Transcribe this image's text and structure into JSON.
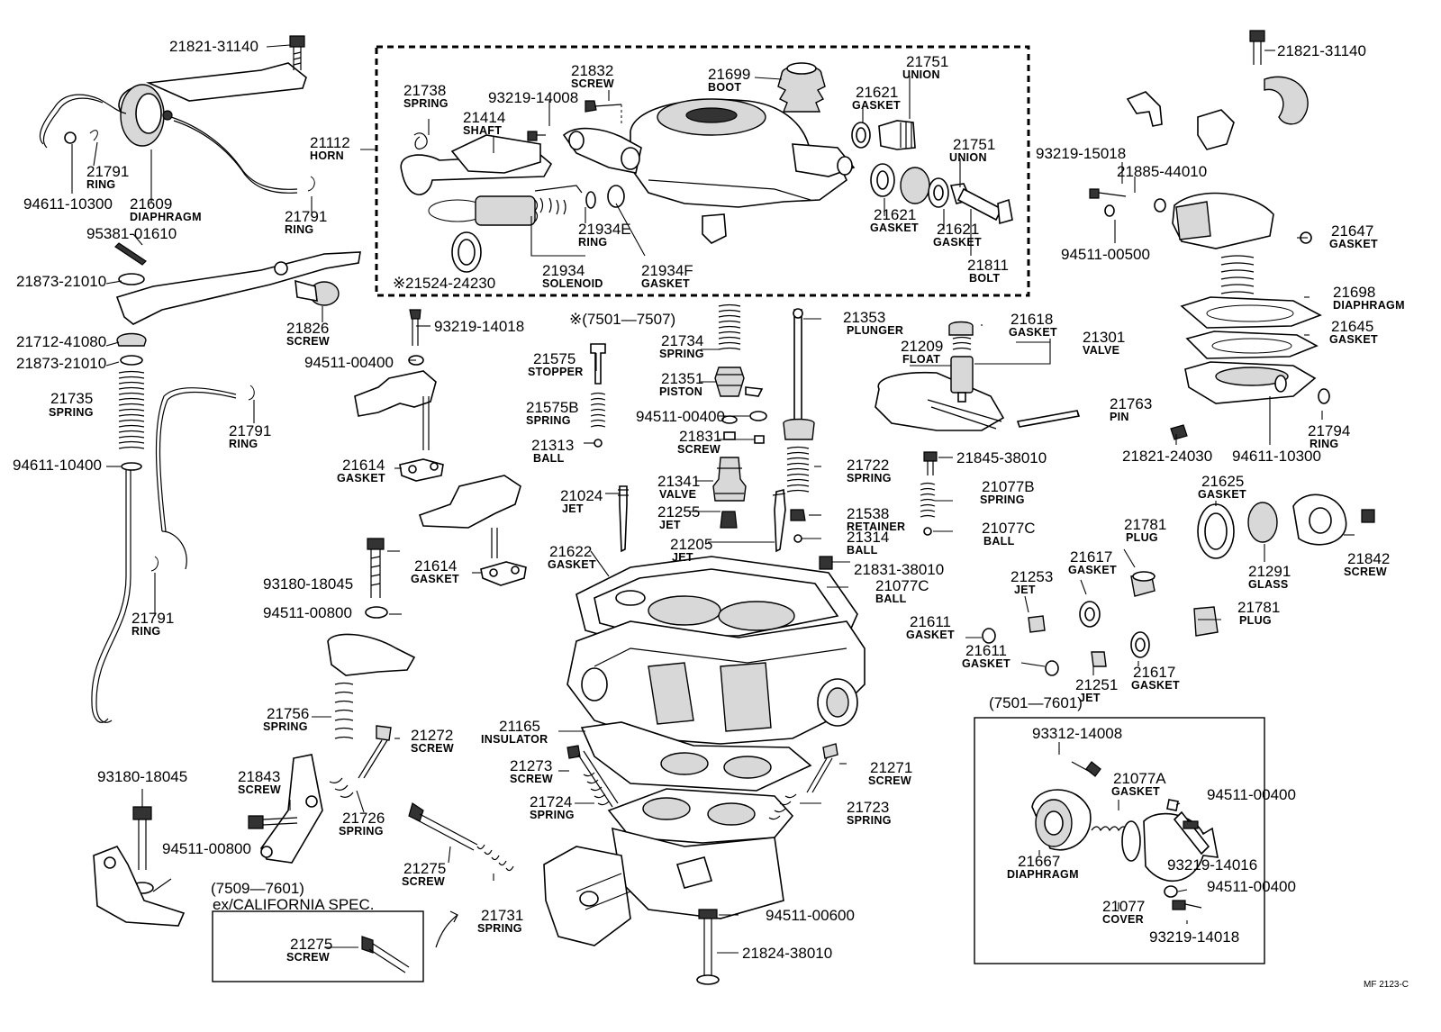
{
  "labels": {
    "p01": {
      "num": "21821-31140",
      "name": ""
    },
    "p02": {
      "num": "21791",
      "name": "RING"
    },
    "p03": {
      "num": "94611-10300",
      "name": ""
    },
    "p04": {
      "num": "21609",
      "name": "DIAPHRAGM"
    },
    "p05": {
      "num": "21791",
      "name": "RING"
    },
    "p06": {
      "num": "95381-01610",
      "name": ""
    },
    "p07": {
      "num": "21873-21010",
      "name": ""
    },
    "p08": {
      "num": "21826",
      "name": "SCREW"
    },
    "p09": {
      "num": "21712-41080",
      "name": ""
    },
    "p10": {
      "num": "21873-21010",
      "name": ""
    },
    "p11": {
      "num": "21735",
      "name": "SPRING"
    },
    "p12": {
      "num": "21791",
      "name": "RING"
    },
    "p13": {
      "num": "94611-10400",
      "name": ""
    },
    "p14": {
      "num": "21791",
      "name": "RING"
    },
    "p15": {
      "num": "21112",
      "name": "HORN"
    },
    "p16": {
      "num": "21738",
      "name": "SPRING"
    },
    "p17": {
      "num": "21414",
      "name": "SHAFT"
    },
    "p18": {
      "num": "21832",
      "name": "SCREW"
    },
    "p19": {
      "num": "93219-14008",
      "name": ""
    },
    "p20": {
      "num": "21699",
      "name": "BOOT"
    },
    "p21": {
      "num": "21751",
      "name": "UNION"
    },
    "p22": {
      "num": "21621",
      "name": "GASKET"
    },
    "p23": {
      "num": "21751",
      "name": "UNION"
    },
    "p24": {
      "num": "21621",
      "name": "GASKET"
    },
    "p25": {
      "num": "21621",
      "name": "GASKET"
    },
    "p26": {
      "num": "21811",
      "name": "BOLT"
    },
    "p27": {
      "num": "21934E",
      "name": "RING"
    },
    "p28": {
      "num": "21934",
      "name": "SOLENOID"
    },
    "p29": {
      "num": "21934F",
      "name": "GASKET"
    },
    "p30": {
      "num": "21524-24230",
      "name": ""
    },
    "p31": {
      "num": "93219-14018",
      "name": ""
    },
    "p32": {
      "num": "94511-00400",
      "name": ""
    },
    "p33": {
      "num": "21614",
      "name": "GASKET"
    },
    "p34": {
      "num": "21614",
      "name": "GASKET"
    },
    "p35": {
      "num": "21575",
      "name": "STOPPER"
    },
    "p36": {
      "num": "21575B",
      "name": "SPRING"
    },
    "p37": {
      "num": "21313",
      "name": "BALL"
    },
    "p38": {
      "num": "21024",
      "name": "JET"
    },
    "p39": {
      "num": "21734",
      "name": "SPRING"
    },
    "p40": {
      "num": "21351",
      "name": "PISTON"
    },
    "p41": {
      "num": "94511-00400",
      "name": ""
    },
    "p42": {
      "num": "21831",
      "name": "SCREW"
    },
    "p43": {
      "num": "21341",
      "name": "VALVE"
    },
    "p44": {
      "num": "21255",
      "name": "JET"
    },
    "p45": {
      "num": "21205",
      "name": "JET"
    },
    "p46": {
      "num": "21353",
      "name": "PLUNGER"
    },
    "p47": {
      "num": "21722",
      "name": "SPRING"
    },
    "p48": {
      "num": "21538",
      "name": "RETAINER"
    },
    "p49": {
      "num": "21314",
      "name": "BALL"
    },
    "p50": {
      "num": "21831-38010",
      "name": ""
    },
    "p51": {
      "num": "21077C",
      "name": "BALL"
    },
    "p52": {
      "num": "21622",
      "name": "GASKET"
    },
    "p53": {
      "num": "21209",
      "name": "FLOAT"
    },
    "p54": {
      "num": "21618",
      "name": "GASKET"
    },
    "p55": {
      "num": "21301",
      "name": "VALVE"
    },
    "p56": {
      "num": "21763",
      "name": "PIN"
    },
    "p57": {
      "num": "21845-38010",
      "name": ""
    },
    "p58": {
      "num": "21077B",
      "name": "SPRING"
    },
    "p59": {
      "num": "21077C",
      "name": "BALL"
    },
    "p60": {
      "num": "93180-18045",
      "name": ""
    },
    "p61": {
      "num": "94511-00800",
      "name": ""
    },
    "p62": {
      "num": "21756",
      "name": "SPRING"
    },
    "p63": {
      "num": "21272",
      "name": "SCREW"
    },
    "p64": {
      "num": "21726",
      "name": "SPRING"
    },
    "p65": {
      "num": "21843",
      "name": "SCREW"
    },
    "p66": {
      "num": "93180-18045",
      "name": ""
    },
    "p67": {
      "num": "94511-00800",
      "name": ""
    },
    "p68": {
      "num": "21165",
      "name": "INSULATOR"
    },
    "p69": {
      "num": "21273",
      "name": "SCREW"
    },
    "p70": {
      "num": "21724",
      "name": "SPRING"
    },
    "p71": {
      "num": "21275",
      "name": "SCREW"
    },
    "p72": {
      "num": "21731",
      "name": "SPRING"
    },
    "p73": {
      "num": "21275",
      "name": "SCREW"
    },
    "p74": {
      "num": "21271",
      "name": "SCREW"
    },
    "p75": {
      "num": "21723",
      "name": "SPRING"
    },
    "p76": {
      "num": "94511-00600",
      "name": ""
    },
    "p77": {
      "num": "21824-38010",
      "name": ""
    },
    "p78": {
      "num": "21821-31140",
      "name": ""
    },
    "p79": {
      "num": "93219-15018",
      "name": ""
    },
    "p80": {
      "num": "21885-44010",
      "name": ""
    },
    "p81": {
      "num": "94511-00500",
      "name": ""
    },
    "p82": {
      "num": "21647",
      "name": "GASKET"
    },
    "p83": {
      "num": "21698",
      "name": "DIAPHRAGM"
    },
    "p84": {
      "num": "21645",
      "name": "GASKET"
    },
    "p85": {
      "num": "21794",
      "name": "RING"
    },
    "p86": {
      "num": "21821-24030",
      "name": ""
    },
    "p87": {
      "num": "94611-10300",
      "name": ""
    },
    "p88": {
      "num": "21625",
      "name": "GASKET"
    },
    "p89": {
      "num": "21291",
      "name": "GLASS"
    },
    "p90": {
      "num": "21842",
      "name": "SCREW"
    },
    "p91": {
      "num": "21781",
      "name": "PLUG"
    },
    "p92": {
      "num": "21617",
      "name": "GASKET"
    },
    "p93": {
      "num": "21253",
      "name": "JET"
    },
    "p94": {
      "num": "21781",
      "name": "PLUG"
    },
    "p95": {
      "num": "21611",
      "name": "GASKET"
    },
    "p96": {
      "num": "21611",
      "name": "GASKET"
    },
    "p97": {
      "num": "21251",
      "name": "JET"
    },
    "p98": {
      "num": "21617",
      "name": "GASKET"
    },
    "p99": {
      "num": "93312-14008",
      "name": ""
    },
    "p100": {
      "num": "21077A",
      "name": "GASKET"
    },
    "p101": {
      "num": "94511-00400",
      "name": ""
    },
    "p102": {
      "num": "93219-14016",
      "name": ""
    },
    "p103": {
      "num": "21667",
      "name": "DIAPHRAGM"
    },
    "p104": {
      "num": "94511-00400",
      "name": ""
    },
    "p105": {
      "num": "21077",
      "name": "COVER"
    },
    "p106": {
      "num": "93219-14018",
      "name": ""
    }
  },
  "notes": {
    "range_7501_7507": "※(7501—7507)",
    "range_7509_7601": "(7509—7601)",
    "california": "ex/CALIFORNIA  SPEC.",
    "range_7501_7601": "(7501—7601)",
    "footer_code": "MF  2123-C"
  },
  "colors": {
    "ink": "#000000",
    "paper": "#ffffff",
    "shade": "#d8d8d8"
  }
}
